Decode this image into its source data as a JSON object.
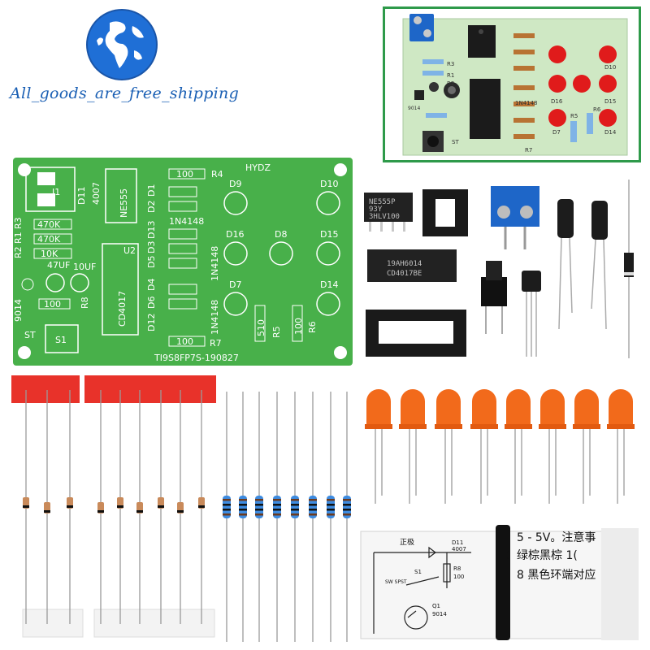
{
  "brand": {
    "tagline": "All_goods_are_free_shipping",
    "colors": {
      "globe": "#1f6fd6",
      "text": "#1a5fb4",
      "inset_frame": "#2e9a4a"
    }
  },
  "pcb": {
    "silkscreen": {
      "brand": "HYDZ",
      "j1": "J1",
      "d11": "D11",
      "diode_part": "4007",
      "timer_ic": "NE555",
      "counter_ic": "CD4017",
      "u2": "U2",
      "r3_val": "470K",
      "r1_val": "470K",
      "r2_val": "10K",
      "c1_val": "47UF",
      "c2_val": "10UF",
      "q1": "9014",
      "r8": "R8",
      "r3": "R3",
      "r1": "R1",
      "r2": "R2",
      "r8_val": "100",
      "r4_val": "100",
      "r4": "R4",
      "r7_val": "100",
      "r7": "R7",
      "r5_val": "510",
      "r5": "R5",
      "r6_val": "100",
      "r6": "R6",
      "switch_st": "ST",
      "switch_s1": "S1",
      "diode_code_1": "1N4148",
      "diode_code_2": "1N4148",
      "diode_code_3": "1N4148",
      "d9": "D9",
      "d10": "D10",
      "d16": "D16",
      "d8": "D8",
      "d15": "D15",
      "d7": "D7",
      "d14": "D14",
      "d1": "D1",
      "d2": "D2",
      "d13": "D13",
      "d3": "D3",
      "d5": "D5",
      "d4": "D4",
      "d6": "D6",
      "d12": "D12",
      "serial": "TI9S8FP7S-190827"
    }
  },
  "inset": {
    "labels": {
      "d10": "D10",
      "d16": "D16",
      "d15": "D15",
      "d7": "D7",
      "d14": "D14",
      "r5": "R5",
      "r6": "R6",
      "r7": "R7",
      "r3": "R3",
      "r1": "R1",
      "r2": "R2",
      "diode": "1N4148",
      "q1": "9014",
      "st": "ST"
    }
  },
  "components": {
    "ic_555_marking": "NE555P",
    "ic_555_sub": "93Y",
    "ic_555_batch": "3HLV100",
    "ic_4017_marking": "19AH6014",
    "ic_4017_sub": "CD4017BE"
  },
  "instruction_sheet": {
    "line1": "5 - 5V。注意事",
    "line2": "：绿棕黑棕 1(",
    "line3": "8 黑色环端对应",
    "schematic_pos": "正极",
    "schematic_d11": "D11",
    "schematic_4007": "4007",
    "schematic_r8": "R8",
    "schematic_100": "100",
    "schematic_s1": "S1",
    "schematic_q1": "Q1",
    "schematic_9014": "9014",
    "schematic_sw": "SW SPST"
  }
}
